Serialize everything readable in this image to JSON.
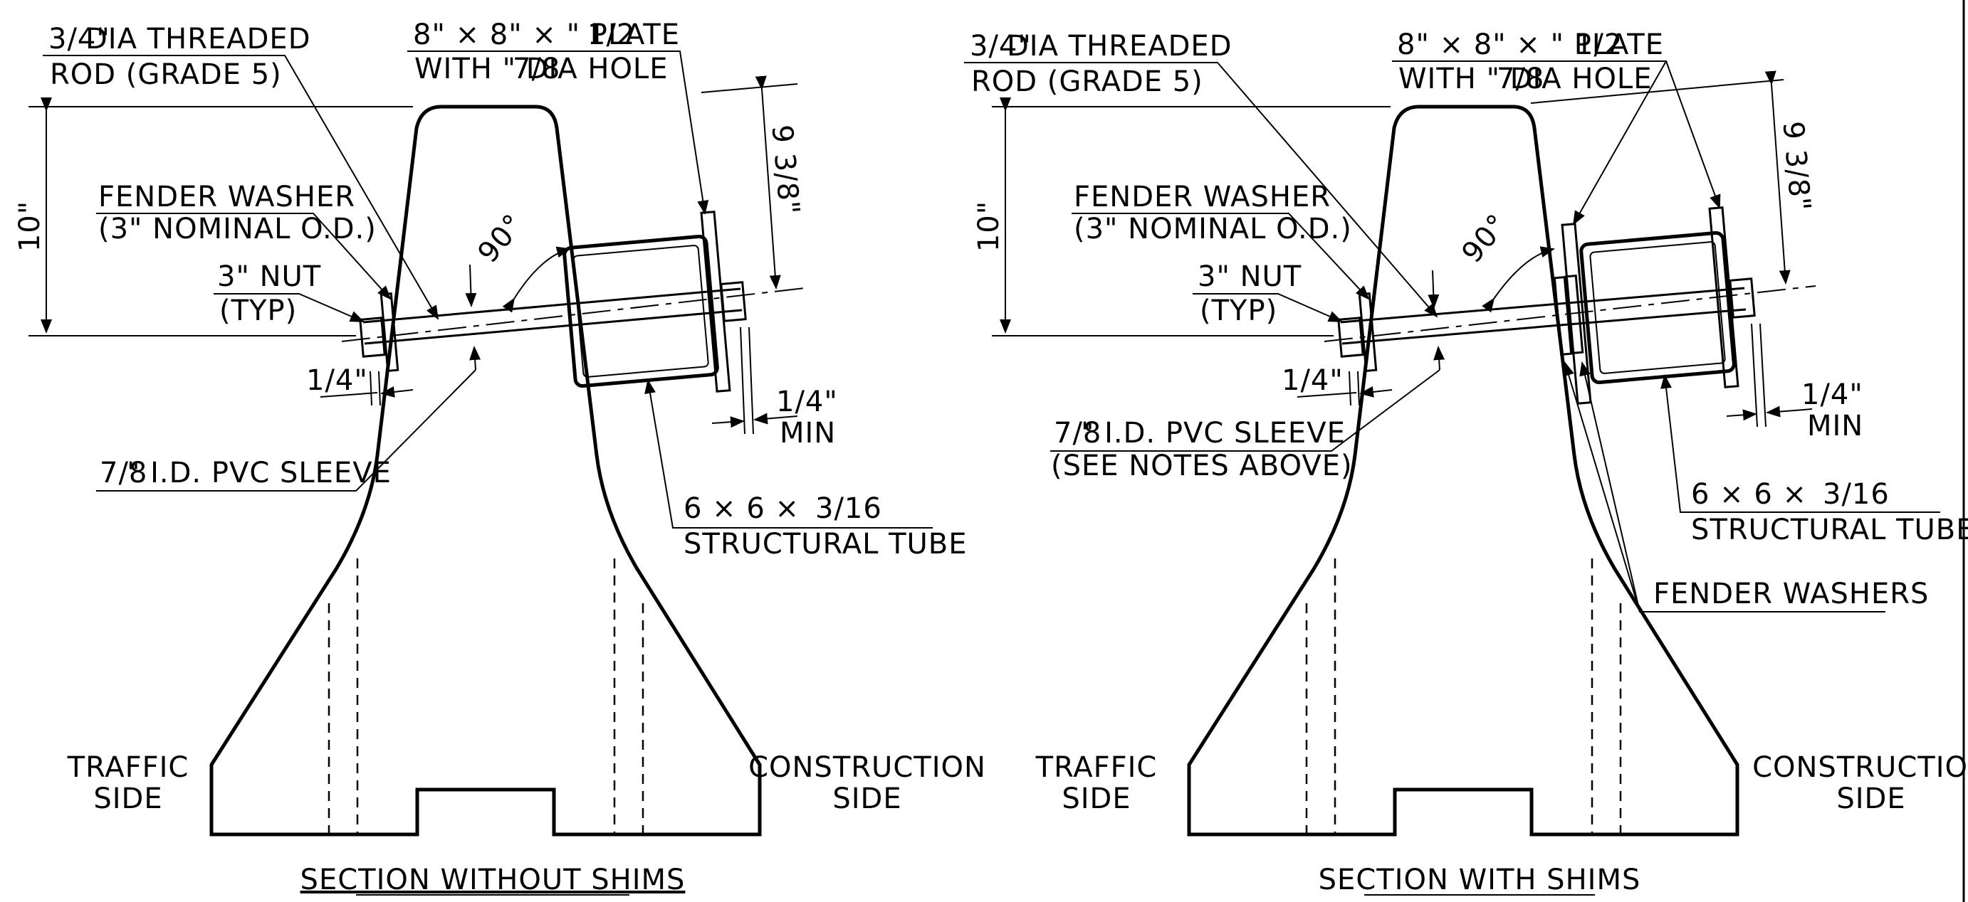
{
  "figure_type": "engineering section drawing",
  "views": {
    "left": {
      "title": "SECTION WITHOUT SHIMS",
      "rod_label_1": "DIA  THREADED",
      "rod_label_2": "ROD (GRADE 5)",
      "rod_frac": "3/4\"",
      "plate_label_1": "8\" × 8\" ×   \" PLATE",
      "plate_label_2": "WITH    \" DIA HOLE",
      "plate_frac_1": "1/2",
      "plate_frac_2": "7/8",
      "washer_label_1": "FENDER WASHER",
      "washer_label_2": "(3\" NOMINAL O.D.)",
      "nut_label_1": "3\" NUT",
      "nut_label_2": "(TYP)",
      "height_dim": "10\"",
      "angle": "90°",
      "plate_dim": "9 3/8\"",
      "quarter_left": "1/4\"",
      "quarter_right": "1/4\"",
      "min_label": "MIN",
      "sleeve_label_1": "\" I.D. PVC SLEEVE",
      "sleeve_frac": "7/8",
      "tube_label_1": "6  ×  6  ×",
      "tube_frac": "3/16",
      "tube_label_2": "STRUCTURAL TUBE",
      "traffic_1": "TRAFFIC",
      "traffic_2": "SIDE",
      "construction_1": "CONSTRUCTION",
      "construction_2": "SIDE"
    },
    "right": {
      "title": "SECTION WITH SHIMS",
      "rod_label_1": "DIA  THREADED",
      "rod_label_2": "ROD (GRADE 5)",
      "rod_frac": "3/4\"",
      "plate_label_1": "8\" ×  8\" ×   \" PLATE",
      "plate_label_2": "WITH    \" DIA HOLE",
      "plate_frac_1": "1/2",
      "plate_frac_2": "7/8",
      "washer_label_1": "FENDER WASHER",
      "washer_label_2": "(3\" NOMINAL O.D.)",
      "nut_label_1": "3\" NUT",
      "nut_label_2": "(TYP)",
      "height_dim": "10\"",
      "angle": "90°",
      "plate_dim": "9 3/8\"",
      "quarter_left": "1/4\"",
      "quarter_right": "1/4\"",
      "min_label": "MIN",
      "sleeve_label_1": "\" I.D. PVC SLEEVE",
      "sleeve_label_2": "(SEE NOTES ABOVE)",
      "sleeve_frac": "7/8",
      "tube_label_1": "6  ×  6  ×",
      "tube_frac": "3/16",
      "tube_label_2": "STRUCTURAL TUBE",
      "fender_washers": "FENDER WASHERS",
      "traffic_1": "TRAFFIC",
      "traffic_2": "SIDE",
      "construction_1": "CONSTRUCTION",
      "construction_2": "SIDE"
    }
  }
}
